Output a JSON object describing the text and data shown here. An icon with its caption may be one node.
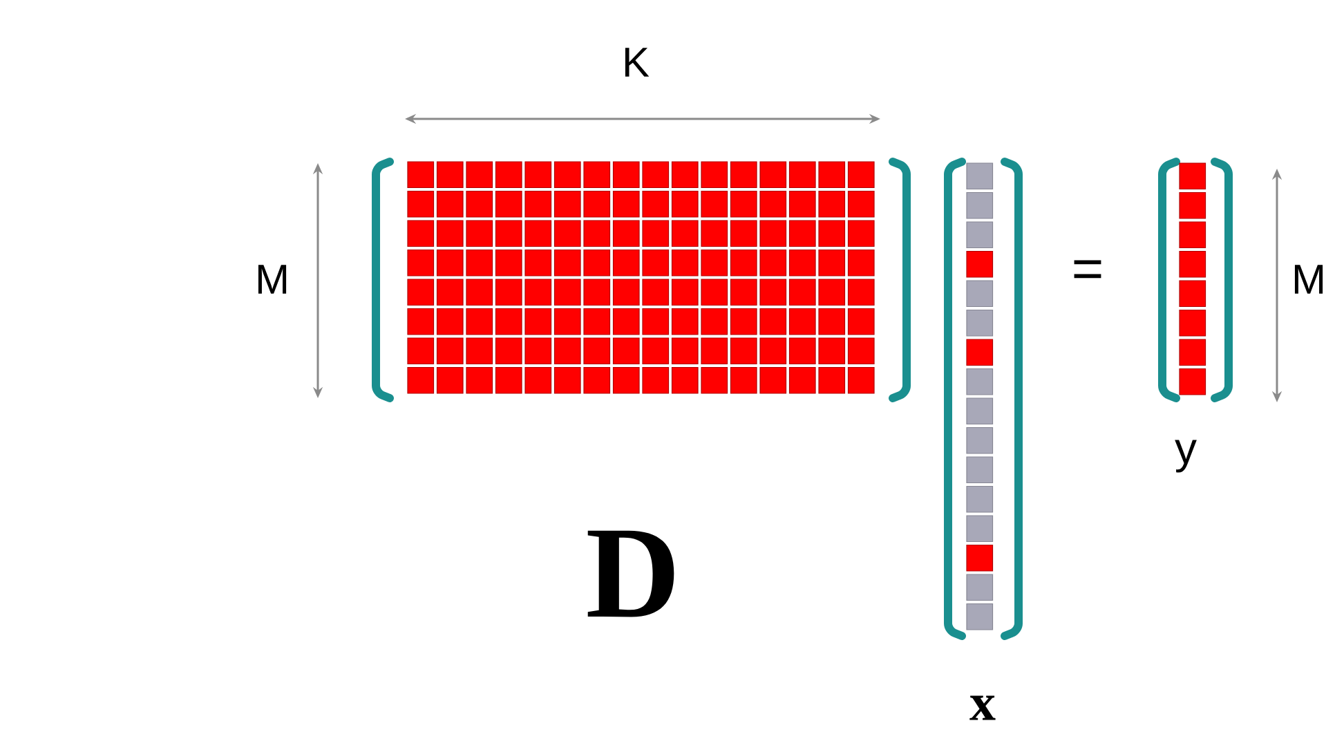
{
  "diagram": {
    "labels": [
      "K",
      "M",
      "=",
      "M",
      "y",
      "D",
      "x"
    ]
  }
}
